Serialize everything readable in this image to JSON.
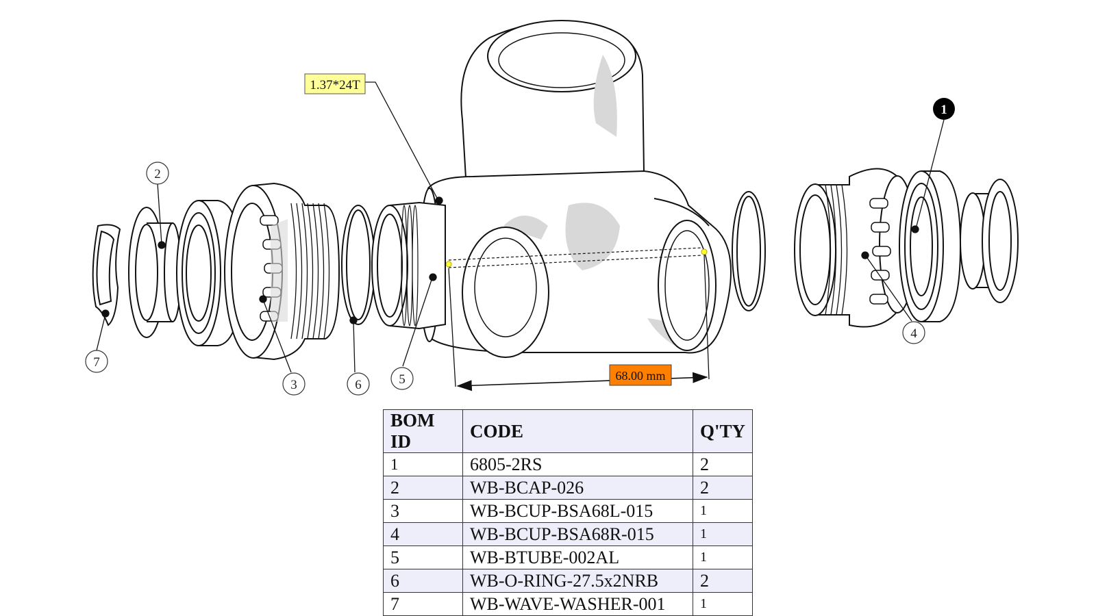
{
  "annotations": {
    "thread_spec": "1.37*24T",
    "shell_width": "68.00 mm"
  },
  "callouts": [
    "1",
    "2",
    "3",
    "4",
    "5",
    "6",
    "7"
  ],
  "bom": {
    "headers": {
      "id": "BOM ID",
      "code": "CODE",
      "qty": "Q'TY"
    },
    "rows": [
      {
        "id": "1",
        "code": "6805-2RS",
        "qty": "2"
      },
      {
        "id": "2",
        "code": "WB-BCAP-026",
        "qty": "2"
      },
      {
        "id": "3",
        "code": "WB-BCUP-BSA68L-015",
        "qty": "1"
      },
      {
        "id": "4",
        "code": "WB-BCUP-BSA68R-015",
        "qty": "1"
      },
      {
        "id": "5",
        "code": "WB-BTUBE-002AL",
        "qty": "1"
      },
      {
        "id": "6",
        "code": "WB-O-RING-27.5x2NRB",
        "qty": "2"
      },
      {
        "id": "7",
        "code": "WB-WAVE-WASHER-001",
        "qty": "1"
      }
    ]
  },
  "colors": {
    "label_bg": "#ffff99",
    "dimension_bg": "#ff7f00",
    "header_bg": "#eeeefb",
    "shading": "#d8d8d8",
    "marker": "#ffff33"
  }
}
